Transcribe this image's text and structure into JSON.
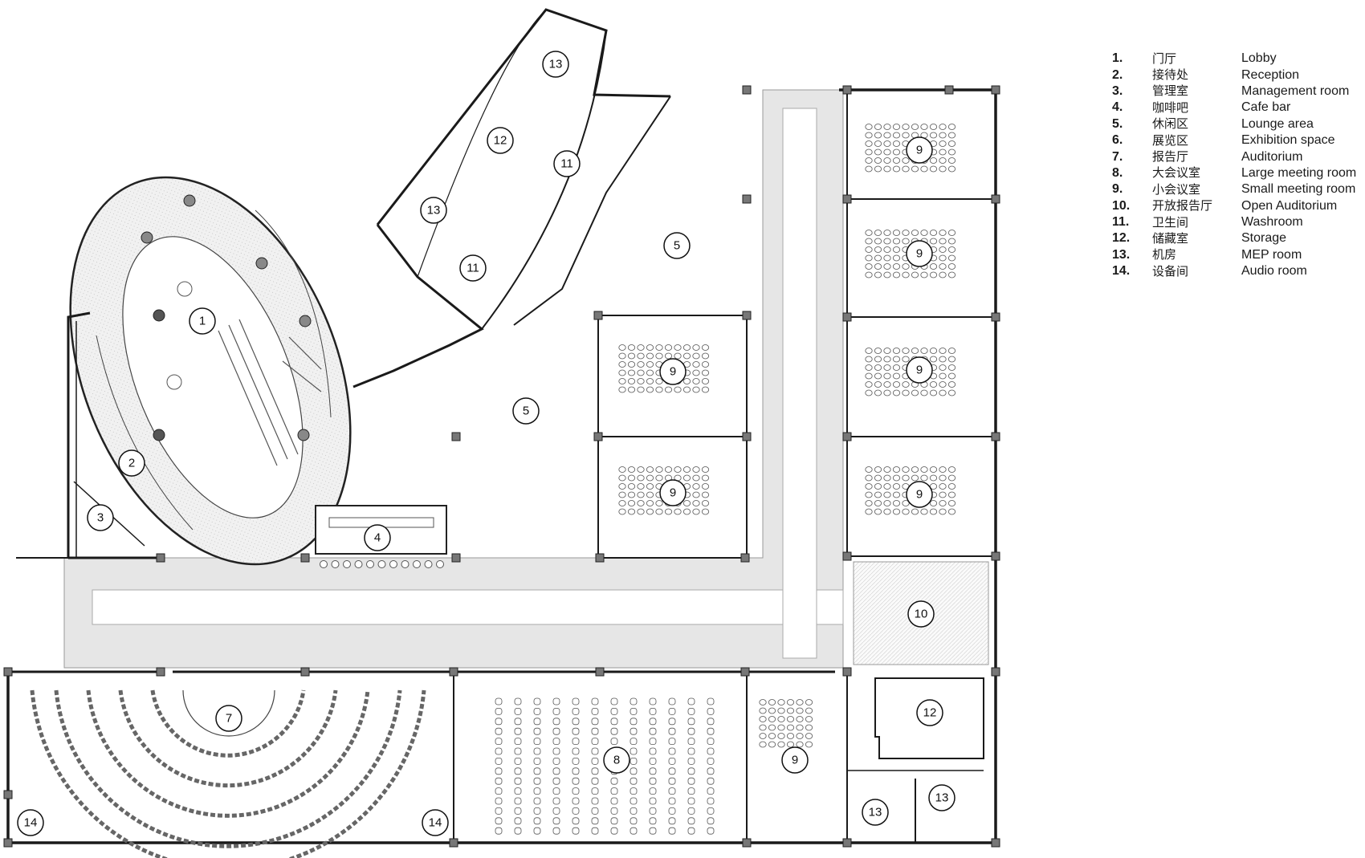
{
  "legend": [
    {
      "num": "1.",
      "cn": "门厅",
      "en": "Lobby"
    },
    {
      "num": "2.",
      "cn": "接待处",
      "en": "Reception"
    },
    {
      "num": "3.",
      "cn": "管理室",
      "en": "Management room"
    },
    {
      "num": "4.",
      "cn": "咖啡吧",
      "en": "Cafe bar"
    },
    {
      "num": "5.",
      "cn": "休闲区",
      "en": "Lounge area"
    },
    {
      "num": "6.",
      "cn": "展览区",
      "en": "Exhibition space"
    },
    {
      "num": "7.",
      "cn": "报告厅",
      "en": "Auditorium"
    },
    {
      "num": "8.",
      "cn": "大会议室",
      "en": "Large meeting room"
    },
    {
      "num": "9.",
      "cn": "小会议室",
      "en": "Small meeting room"
    },
    {
      "num": "10.",
      "cn": "开放报告厅",
      "en": "Open Auditorium"
    },
    {
      "num": "11.",
      "cn": "卫生间",
      "en": "Washroom"
    },
    {
      "num": "12.",
      "cn": "储藏室",
      "en": "Storage"
    },
    {
      "num": "13.",
      "cn": "机房",
      "en": "MEP room"
    },
    {
      "num": "14.",
      "cn": "设备间",
      "en": "Audio room"
    }
  ],
  "room_labels": {
    "lobby": "1",
    "reception": "2",
    "management": "3",
    "cafe_bar": "4",
    "lounge_north": "5",
    "lounge_south": "5",
    "auditorium": "7",
    "large_meeting": "8",
    "small_meeting_center_a": "9",
    "small_meeting_center_b": "9",
    "small_meeting_east_1": "9",
    "small_meeting_east_2": "9",
    "small_meeting_east_3": "9",
    "small_meeting_east_4": "9",
    "small_meeting_south": "9",
    "open_auditorium": "10",
    "washroom_upper": "11",
    "washroom_lower": "11",
    "storage_north": "12",
    "storage_south": "12",
    "mep_top": "13",
    "mep_north_mid": "13",
    "mep_south_a": "13",
    "mep_south_b": "13",
    "audio_left": "14",
    "audio_right": "14"
  },
  "colors": {
    "wall": "#1a1a1a",
    "corridor_fill": "#e6e6e6",
    "hatch_fill": "#efefef",
    "label_circle_fill": "#ffffff"
  }
}
